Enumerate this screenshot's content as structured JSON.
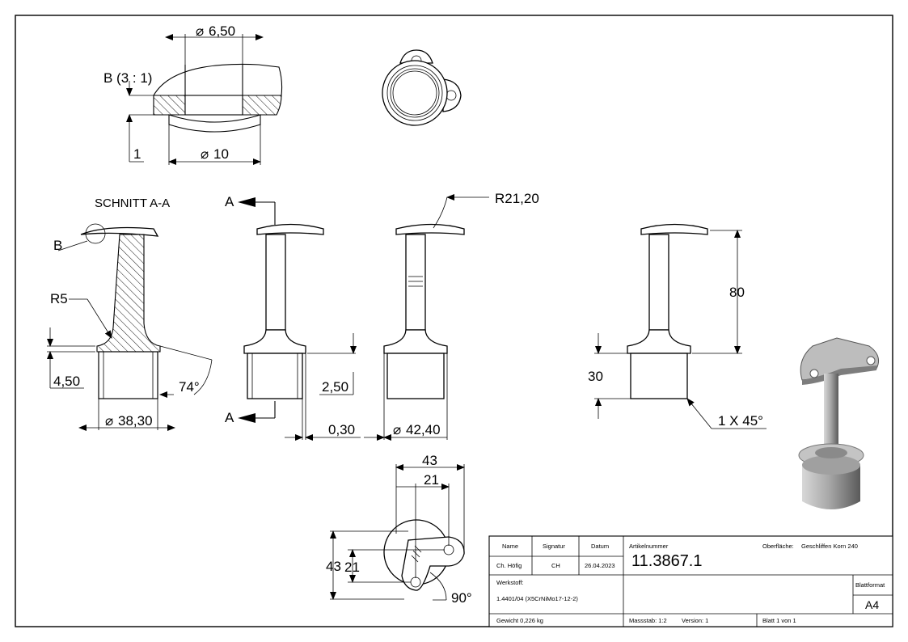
{
  "drawing": {
    "section_title": "SCHNITT A-A",
    "detail_label": "B (3 : 1)",
    "detail_marker": "B",
    "section_marker_a": "A",
    "radius_label": "R5",
    "dims": {
      "d6_50": "6,50",
      "d10": "10",
      "t1": "1",
      "h4_50": "4,50",
      "a74": "74°",
      "d38_30": "38,30",
      "h2_50": "2,50",
      "o0_30": "0,30",
      "d42_40": "42,40",
      "r21_20": "R21,20",
      "h80": "80",
      "h30": "30",
      "chamfer": "1 X 45°",
      "w43": "43",
      "w21": "21",
      "v43": "43",
      "v21": "21",
      "a90": "90°"
    }
  },
  "title_block": {
    "name_header": "Name",
    "signature_header": "Signatur",
    "date_header": "Datum",
    "article_header": "Artikelnummer",
    "surface_label": "Oberfläche:",
    "surface_value": "Geschliffen Korn 240",
    "name_value": "Ch. Höfig",
    "signature_value": "CH",
    "date_value": "26.04.2023",
    "article_value": "11.3867.1",
    "material_label": "Werkstoff:",
    "material_value": "1.4401/04 (X5CrNiMo17-12-2)",
    "sheet_format_label": "Blattformat",
    "sheet_format_value": "A4",
    "weight": "Gewicht 0,226 kg",
    "scale": "Massstab: 1:2",
    "version": "Version: 1",
    "sheet": "Blatt 1 von 1"
  }
}
